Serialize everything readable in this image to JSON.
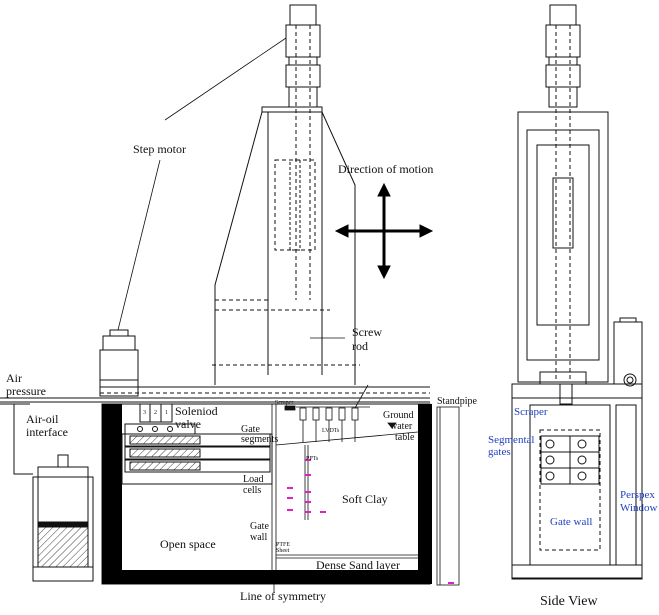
{
  "labels": {
    "step_motor": "Step motor",
    "direction_of_motion": "Direction of motion",
    "screw": "Screw",
    "rod": "rod",
    "air": "Air",
    "pressure": "pressure",
    "air_oil_1": "Air-oil",
    "air_oil_2": "interface",
    "soleniod_1": "Soleniod",
    "soleniod_2": "valve",
    "scraper_front": "Scraper",
    "standpipe": "Standpipe",
    "ground_1": "Ground",
    "ground_2": "water",
    "ground_3": "table",
    "lvdts": "LVDTs",
    "ppts": "PPTs",
    "gate_segments_1": "Gate",
    "gate_segments_2": "segments",
    "load_cells_1": "Load",
    "load_cells_2": "cells",
    "gate_wall_1": "Gate",
    "gate_wall_2": "wall",
    "soft_clay": "Soft Clay",
    "open_space": "Open space",
    "ptfe_1": "PTFE",
    "ptfe_2": "Sheet",
    "dense_sand": "Dense Sand layer",
    "line_of_symmetry": "Line of symmetry",
    "valve_nums": [
      "3",
      "2",
      "1"
    ],
    "side_view": "Side View",
    "side_scraper": "Scraper",
    "side_segmental_1": "Segmental",
    "side_segmental_2": "gates",
    "side_gate_wall": "Gate wall",
    "side_perspex_1": "Perspex",
    "side_perspex_2": "Window"
  },
  "colors": {
    "line": "#111111",
    "blue_label": "#1f3fbf",
    "ppt_marker": "#e020c0",
    "tank_wall": "#000000"
  }
}
